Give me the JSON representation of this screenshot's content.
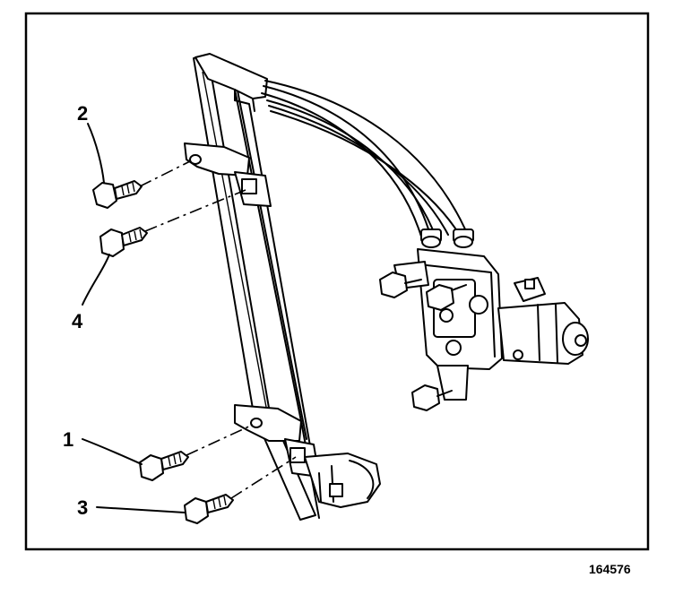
{
  "callouts": [
    {
      "id": "1",
      "label": "1"
    },
    {
      "id": "2",
      "label": "2"
    },
    {
      "id": "3",
      "label": "3"
    },
    {
      "id": "4",
      "label": "4"
    }
  ],
  "figure_id": "164576"
}
